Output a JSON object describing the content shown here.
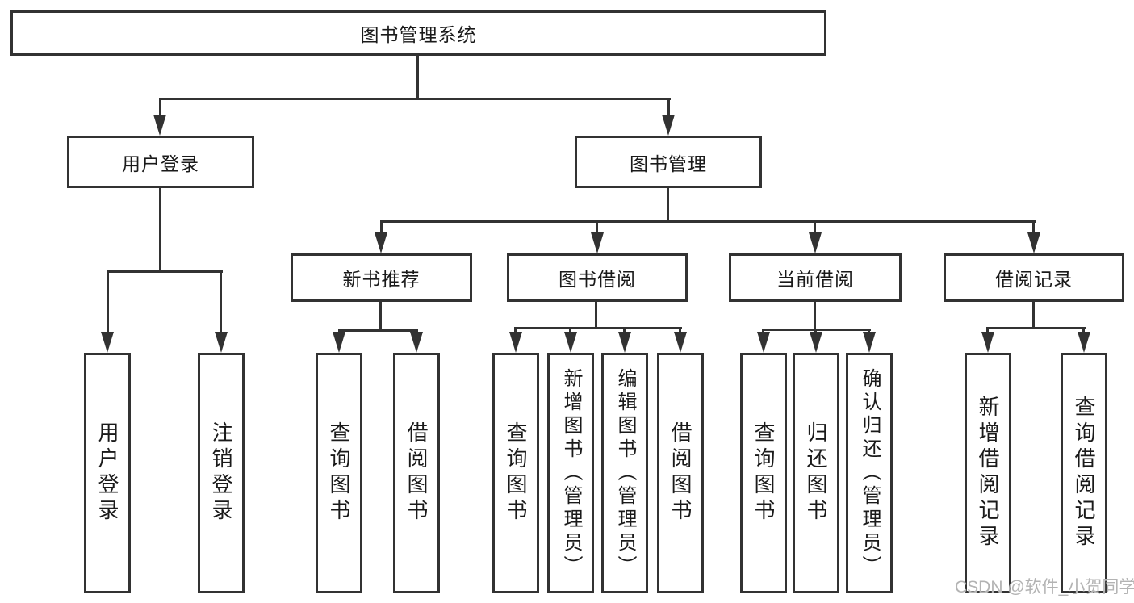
{
  "nodes": {
    "root": "图书管理系统",
    "l2_user_login": "用户登录",
    "l2_book_management": "图书管理",
    "l3_new_book_recommend": "新书推荐",
    "l3_book_borrow": "图书借阅",
    "l3_current_borrow": "当前借阅",
    "l3_borrow_records": "借阅记录",
    "leaf_user_login": "用户登录",
    "leaf_logout": "注销登录",
    "leaf_query_books_recommend": "查询图书",
    "leaf_borrow_books_recommend": "借阅图书",
    "leaf_query_books_borrow": "查询图书",
    "leaf_add_books_admin": "新增图书（管理员）",
    "leaf_edit_books_admin": "编辑图书（管理员）",
    "leaf_borrow_books_borrow": "借阅图书",
    "leaf_query_books_current": "查询图书",
    "leaf_return_books": "归还图书",
    "leaf_confirm_return_admin": "确认归还（管理员）",
    "leaf_add_borrow_record": "新增借阅记录",
    "leaf_query_borrow_record": "查询借阅记录"
  },
  "watermark": {
    "text": "CSDN @软件_小贺同学",
    "color": "#b3b3b3"
  },
  "colors": {
    "border": "#323232",
    "text": "#1a1a1a",
    "background": "#ffffff"
  }
}
